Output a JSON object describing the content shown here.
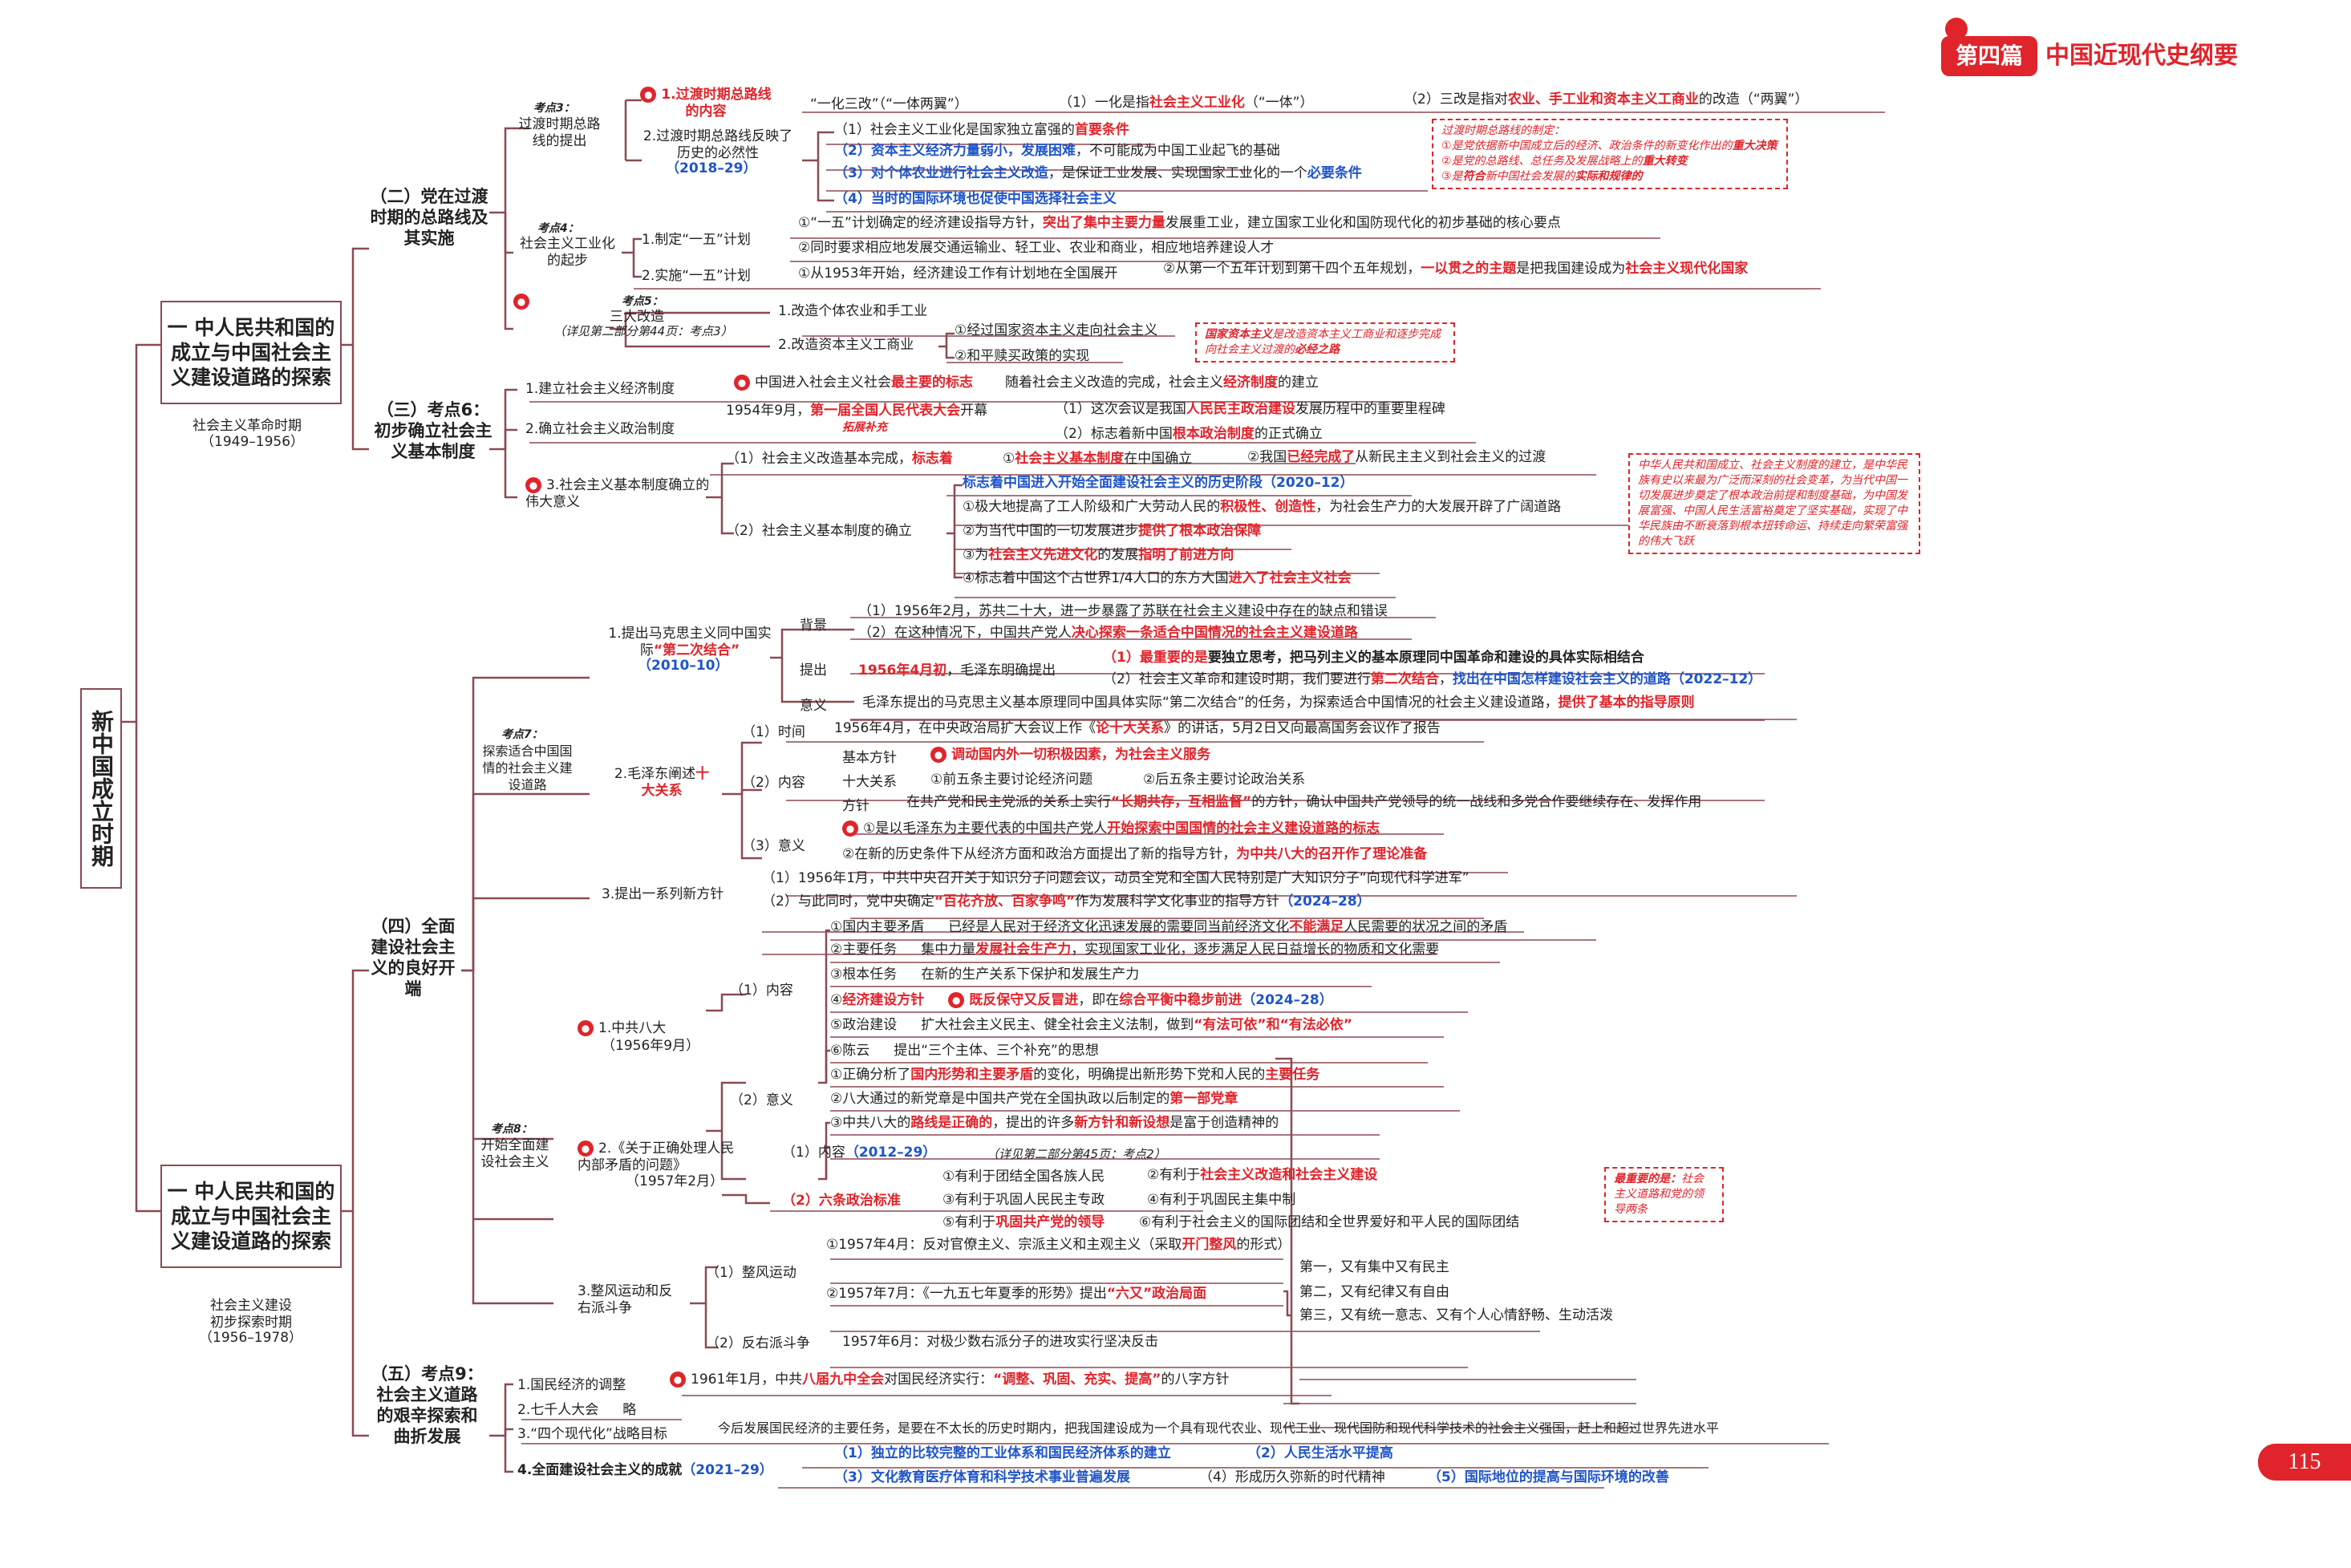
{
  "header": {
    "badge": "第四篇",
    "title": "中国近现代史纲要",
    "page_number": "115"
  },
  "root": "新中国成立时期",
  "section1": {
    "title": "一 中人民共和国的成立与中国社会主义建设道路的探索",
    "period": "社会主义革命时期",
    "years": "（1949–1956）"
  },
  "section2": {
    "title": "一 中人民共和国的成立与中国社会主义建设道路的探索",
    "period": "社会主义建设初步探索时期",
    "years": "（1956–1978）"
  },
  "b2": {
    "title": "（二）党在过渡时期的总路线及其实施",
    "kd3": "考点3：",
    "kd3_title": "过渡时期总路线的提出",
    "n1": "1.过渡时期总路线的内容",
    "n1_main": "“一化三改”（“一体两翼”）",
    "n1_a_pre": "（1）一化是指",
    "n1_a_red": "社会主义工业化",
    "n1_a_post": "（“一体”）",
    "n1_b_pre": "（2）三改是指对",
    "n1_b_red": "农业、手工业和资本主义工商业",
    "n1_b_post": "的改造（“两翼”）",
    "n2": "2.过渡时期总路线反映了历史的必然性",
    "n2_year": "（2018–29）",
    "n2_1_pre": "（1）社会主义工业化是国家独立富强的",
    "n2_1_red": "首要条件",
    "n2_2_blue": "（2）资本主义经济力量弱小，发展困难",
    "n2_2_post": "，不可能成为中国工业起飞的基础",
    "n2_3_blue": "（3）对个体农业进行社会主义改造",
    "n2_3_mid": "，是保证工业发展、实现国家工业化的一个",
    "n2_3_red": "必要条件",
    "n2_4_blue": "（4）当时的国际环境也促使中国选择社会主义",
    "note1_title": "过渡时期总路线的制定：",
    "note1_1": "①是党依据新中国成立后的经济、政治条件的新变化作出的",
    "note1_1r": "重大决策",
    "note1_2": "②是党的总路线、总任务及发展战略上的",
    "note1_2r": "重大转变",
    "note1_3": "③是",
    "note1_3r": "符合",
    "note1_3b": "新中国社会发展的",
    "note1_3r2": "实际和规律的",
    "kd4": "考点4：",
    "kd4_title": "社会主义工业化的起步",
    "n3": "1.制定“一五”计划",
    "n3_1_pre": "①“一五”计划确定的经济建设指导方针，",
    "n3_1_red": "突出了集中主要力量",
    "n3_1_post": "发展重工业，建立国家工业化和国防现代化的初步基础的核心要点",
    "n3_2": "②同时要求相应地发展交通运输业、轻工业、农业和商业，相应地培养建设人才",
    "n4": "2.实施“一五”计划",
    "n4_1": "①从1953年开始，经济建设工作有计划地在全国展开",
    "n4_2_pre": "②从第一个五年计划到第十四个五年规划，",
    "n4_2_red": "一以贯之的主题",
    "n4_2_mid": "是把我国建设成为",
    "n4_2_red2": "社会主义现代化国家",
    "kd5": "考点5：",
    "kd5_title": "三大改造",
    "kd5_note": "（详见第二部分第44页：考点3）",
    "n5_1": "1.改造个体农业和手工业",
    "n5_2": "2.改造资本主义工商业",
    "n5_2a": "①经过国家资本主义走向社会主义",
    "n5_2b": "②和平赎买政策的实现",
    "note2_pre": "国家资本主义",
    "note2_mid": "是改造资本主义工商业和逐步完成向社会主义过渡的",
    "note2_red": "必经之路"
  },
  "b3": {
    "title": "（三）考点6：初步确立社会主义基本制度",
    "n1": "1.建立社会主义经济制度",
    "n1_a_pre": "中国进入社会主义社会",
    "n1_a_red": "最主要的标志",
    "n1_a_post": "随着社会主义改造的完成，社会主义",
    "n1_a_red2": "经济制度",
    "n1_a_end": "的建立",
    "n2": "2.确立社会主义政治制度",
    "n2_a_pre": "1954年9月，",
    "n2_a_red": "第一届全国人民代表大会",
    "n2_a_post": "开幕",
    "n2_tag": "拓展补充",
    "n2_b1_pre": "（1）这次会议是我国",
    "n2_b1_red": "人民民主政治建设",
    "n2_b1_post": "发展历程中的重要里程碑",
    "n2_b2_pre": "（2）标志着新中国",
    "n2_b2_red": "根本政治制度",
    "n2_b2_post": "的正式确立",
    "n3": "3.社会主义基本制度确立的伟大意义",
    "n3_1_pre": "（1）社会主义改造基本完成，",
    "n3_1_red": "标志着",
    "n3_1a_pre": "①",
    "n3_1a_red": "社会主义基本制度",
    "n3_1a_post": "在中国确立",
    "n3_1b_pre": "②我国",
    "n3_1b_red": "已经完成了",
    "n3_1b_post": "从新民主主义到社会主义的过渡",
    "n3_2": "（2）社会主义基本制度的确立",
    "n3_2_top": "标志着中国进入开始全面建设社会主义的历史阶段",
    "n3_2_year": "（2020–12）",
    "n3_2a_pre": "①极大地提高了工人阶级和广大劳动人民的",
    "n3_2a_red": "积极性、创造性",
    "n3_2a_post": "，为社会生产力的大发展开辟了广阔道路",
    "n3_2b_pre": "②为当代中国的一切发展进步",
    "n3_2b_red": "提供了根本政治保障",
    "n3_2c_pre": "③为",
    "n3_2c_red": "社会主义先进文化",
    "n3_2c_mid": "的发展",
    "n3_2c_red2": "指明了前进方向",
    "n3_2d_pre": "④标志着中国这个占世界1/4人口的东方大国",
    "n3_2d_red": "进入了社会主义社会",
    "note3": "中华人民共和国成立、社会主义制度的建立，是中华民族有史以来最为广泛而深刻的社会变革，为当代中国一切发展进步奠定了根本政治前提和制度基础，为中国发展富强、中国人民生活富裕奠定了坚实基础，实现了中华民族由不断衰落到根本扭转命运、持续走向繁荣富强的伟大飞跃"
  },
  "b4": {
    "title": "（四）全面建设社会主义的良好开端",
    "kd7": "考点7：",
    "kd7_title": "探索适合中国国情的社会主义建设道路",
    "n1": "1.提出马克思主义同中国实际",
    "n1_red": "“第二次结合”",
    "n1_year": "（2010–10）",
    "bg": "背景",
    "bg1": "（1）1956年2月，苏共二十大，进一步暴露了苏联在社会主义建设中存在的缺点和错误",
    "bg2_pre": "（2）在这种情况下，中国共产党人",
    "bg2_red": "决心探索一条适合中国情况的社会主义建设道路",
    "tc": "提出",
    "tc_red": "1956年4月初",
    "tc_post": "，毛泽东明确提出",
    "tc1_red": "（1）最重要的是",
    "tc1_post": "要独立思考，把马列主义的基本原理同中国革命和建设的具体实际相结合",
    "tc2_pre": "（2）社会主义革命和建设时期，我们要进行",
    "tc2_red": "第二次结合",
    "tc2_mid": "，",
    "tc2_blue": "找出在中国怎样建设社会主义的道路",
    "tc2_year": "（2022–12）",
    "yy": "意义",
    "yy_pre": "毛泽东提出的马克思主义基本原理同中国具体实际“第二次结合”的任务，为探索适合中国情况的社会主义建设道路，",
    "yy_red": "提供了基本的指导原则",
    "n2": "2.毛泽东阐述",
    "n2_red": "十大关系",
    "n2_t_pre": "（1）时间",
    "n2_t": "1956年4月，在中央政治局扩大会议上作《",
    "n2_t_red": "论十大关系",
    "n2_t_post": "》的讲话，5月2日又向最高国务会议作了报告",
    "n2_c": "（2）内容",
    "n2_c1": "基本方针",
    "n2_c1_red": "调动国内外一切积极因素，为社会主义服务",
    "n2_c2": "十大关系",
    "n2_c2a": "①前五条主要讨论经济问题",
    "n2_c2b": "②后五条主要讨论政治关系",
    "n2_c3": "方针",
    "n2_c3_pre": "在共产党和民主党派的关系上实行",
    "n2_c3_red": "“长期共存，互相监督”",
    "n2_c3_post": "的方针，确认中国共产党领导的统一战线和多党合作要继续存在、发挥作用",
    "n2_y": "（3）意义",
    "n2_y1_pre": "①是以毛泽东为主要代表的中国共产党人",
    "n2_y1_red": "开始探索中国国情的社会主义建设道路的标志",
    "n2_y2_pre": "②在新的历史条件下从经济方面和政治方面提出了新的指导方针，",
    "n2_y2_red": "为中共八大的召开作了理论准备",
    "n3": "3.提出一系列新方针",
    "n3_1": "（1）1956年1月，中共中央召开关于知识分子问题会议，动员全党和全国人民特别是广大知识分子“向现代科学进军”",
    "n3_2_pre": "（2）与此同时，党中央确定",
    "n3_2_blue": "“百花齐放、百家争鸣”",
    "n3_2_post": "作为发展科学文化事业的指导方针",
    "n3_2_year": "（2024–28）",
    "kd8": "考点8：",
    "kd8_title": "开始全面建设社会主义",
    "m1": "1.中共八大",
    "m1_date": "（1956年9月）",
    "m1_c": "（1）内容",
    "m1_c1_pre": "①国内主要矛盾",
    "m1_c1_mid": "已经是人民对于经济文化迅速发展的需要同当前经济文化",
    "m1_c1_red": "不能满足",
    "m1_c1_post": "人民需要的状况之间的矛盾",
    "m1_c2": "②主要任务",
    "m1_c2_pre": "集中力量",
    "m1_c2_red": "发展社会生产力",
    "m1_c2_post": "，实现国家工业化，逐步满足人民日益增长的物质和文化需要",
    "m1_c3": "③根本任务",
    "m1_c3_post": "在新的生产关系下保护和发展生产力",
    "m1_c4_pre": "④",
    "m1_c4_red": "经济建设方针",
    "m1_c4_red2": "既反保守又反冒进",
    "m1_c4_mid": "，即在",
    "m1_c4_red3": "综合平衡中稳步前进",
    "m1_c4_year": "（2024–28）",
    "m1_c5": "⑤政治建设",
    "m1_c5_pre": "扩大社会主义民主、健全社会主义法制，做到",
    "m1_c5_red": "“有法可依”和“有法必依”",
    "m1_c6": "⑥陈云",
    "m1_c6_post": "提出“三个主体、三个补充”的思想",
    "m1_y": "（2）意义",
    "m1_y1_pre": "①正确分析了",
    "m1_y1_red": "国内形势和主要矛盾",
    "m1_y1_mid": "的变化，明确提出新形势下党和人民的",
    "m1_y1_red2": "主要任务",
    "m1_y2_pre": "②八大通过的新党章是中国共产党在全国执政以后制定的",
    "m1_y2_red": "第一部党章",
    "m1_y3_pre": "③中共八大的",
    "m1_y3_red": "路线是正确的",
    "m1_y3_mid": "，提出的许多",
    "m1_y3_red2": "新方针和新设想",
    "m1_y3_post": "是富于创造精神的",
    "m2": "2.《关于正确处理人民内部矛盾的问题》",
    "m2_date": "（1957年2月）",
    "m2_c": "（1）内容",
    "m2_c_year": "（2012–29）",
    "m2_c_note": "（详见第二部分第45页：考点2）",
    "m2_s_red": "（2）六条政治标准",
    "m2_s1": "①有利于团结全国各族人民",
    "m2_s2_pre": "②有利于",
    "m2_s2_red": "社会主义改造和社会主义建设",
    "m2_s3": "③有利于巩固人民民主专政",
    "m2_s4": "④有利于巩固民主集中制",
    "m2_s5_pre": "⑤有利于",
    "m2_s5_red": "巩固共产党的领导",
    "m2_s6": "⑥有利于社会主义的国际团结和全世界爱好和平人民的国际团结",
    "note4_pre": "最重要的是：",
    "note4_post": "社会主义道路和党的领导两条",
    "m3": "3.整风运动和反右派斗争",
    "m3_1": "（1）整风运动",
    "m3_1a_pre": "①1957年4月：反对官僚主义、宗派主义和主观主义（采取",
    "m3_1a_red": "开门整风",
    "m3_1a_post": "的形式）",
    "m3_1b_pre": "②1957年7月：《一九五七年夏季的形势》提出",
    "m3_1b_red": "“六又”政治局面",
    "m3_1b_1": "第一，又有集中又有民主",
    "m3_1b_2": "第二，又有纪律又有自由",
    "m3_1b_3": "第三，又有统一意志、又有个人心情舒畅、生动活泼",
    "m3_2": "（2）反右派斗争",
    "m3_2_post": "1957年6月：对极少数右派分子的进攻实行坚决反击"
  },
  "b5": {
    "title": "（五）考点9：社会主义道路的艰辛探索和曲折发展",
    "n1": "1.国民经济的调整",
    "n1_pre": "1961年1月，中共",
    "n1_red": "八届九中全会",
    "n1_mid": "对国民经济实行：",
    "n1_red2": "“调整、巩固、充实、提高”",
    "n1_post": "的八字方针",
    "n2": "2.七千人大会",
    "n2_post": "略",
    "n3": "3.“四个现代化”战略目标",
    "n3_post": "今后发展国民经济的主要任务，是要在不太长的历史时期内，把我国建设成为一个具有现代农业、现代工业、现代国防和现代科学技术的社会主义强国，赶上和超过世界先进水平",
    "n4": "4.全面建设社会主义的成就",
    "n4_year": "（2021–29）",
    "n4_1": "（1）独立的比较完整的工业体系和国民经济体系的建立",
    "n4_2": "（2）人民生活水平提高",
    "n4_3": "（3）文化教育医疗体育和科学技术事业普遍发展",
    "n4_4": "（4）形成历久弥新的时代精神",
    "n4_5": "（5）国际地位的提高与国际环境的改善"
  },
  "colors": {
    "line": "#8c4a52",
    "red": "#e0242b",
    "blue": "#1f55c8",
    "badge": "#e0242b"
  },
  "icons": {
    "pin": "red-circle-marker-icon",
    "apple": "apple-badge-icon"
  }
}
